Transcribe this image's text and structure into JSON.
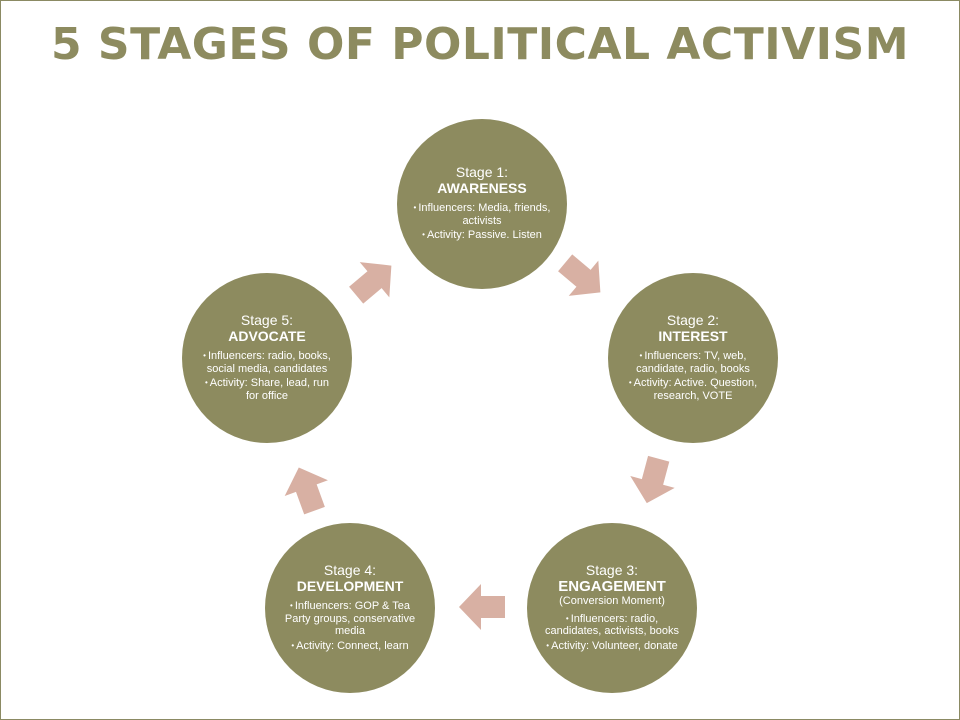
{
  "title": "5 STAGES OF POLITICAL ACTIVISM",
  "colors": {
    "circle": "#8d8b5f",
    "arrow": "#d8b0a3",
    "title": "#8d8b5f",
    "text": "#ffffff"
  },
  "stages": [
    {
      "label": "Stage 1:",
      "name": "AWARENESS",
      "note": "",
      "items": [
        "Influencers: Media, friends, activists",
        "Activity: Passive. Listen"
      ]
    },
    {
      "label": "Stage 2:",
      "name": "INTEREST",
      "note": "",
      "items": [
        "Influencers: TV, web, candidate, radio, books",
        "Activity: Active. Question, research, VOTE"
      ]
    },
    {
      "label": "Stage 3:",
      "name": "ENGAGEMENT",
      "note": "(Conversion Moment)",
      "items": [
        "Influencers: radio, candidates, activists, books",
        "Activity: Volunteer, donate"
      ]
    },
    {
      "label": "Stage 4:",
      "name": "DEVELOPMENT",
      "note": "",
      "items": [
        "Influencers: GOP & Tea Party groups, conservative media",
        "Activity: Connect, learn"
      ]
    },
    {
      "label": "Stage 5:",
      "name": "ADVOCATE",
      "note": "",
      "items": [
        "Influencers: radio, books, social media, candidates",
        "Activity: Share, lead, run for office"
      ]
    }
  ]
}
